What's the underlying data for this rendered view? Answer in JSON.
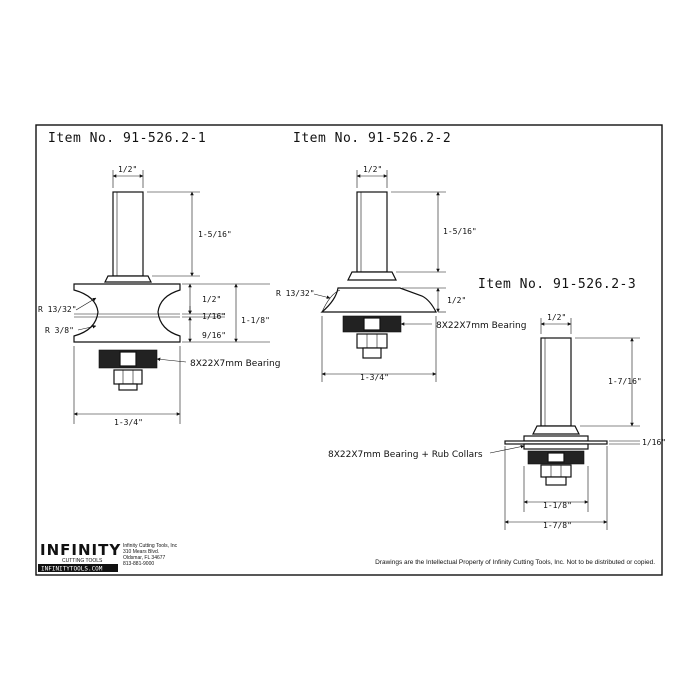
{
  "items": [
    {
      "title": "Item No. 91-526.2-1",
      "shank_dia": "1/2\"",
      "shank_len": "1-5/16\"",
      "radius_top": "R 13/32\"",
      "radius_bottom": "R 3/8\"",
      "dim_upper": "1/2\"",
      "dim_gap": "1/16\"",
      "dim_lower": "9/16\"",
      "dim_total": "1-1/8\"",
      "bearing": "8X22X7mm Bearing",
      "width": "1-3/4\""
    },
    {
      "title": "Item No. 91-526.2-2",
      "shank_dia": "1/2\"",
      "shank_len": "1-5/16\"",
      "radius": "R 13/32\"",
      "dim_height": "1/2\"",
      "bearing": "8X22X7mm Bearing",
      "width": "1-3/4\""
    },
    {
      "title": "Item No. 91-526.2-3",
      "shank_dia": "1/2\"",
      "shank_len": "1-7/16\"",
      "dim_blade": "1/16\"",
      "bearing": "8X22X7mm Bearing + Rub Collars",
      "collar_width": "1-1/8\"",
      "width": "1-7/8\""
    }
  ],
  "brand": {
    "logo": "INFINITY",
    "tagline": "CUTTING TOOLS",
    "website": "INFINITYTOOLS.COM",
    "company": "Infinity Cutting Tools, Inc",
    "address1": "310 Mears Blvd.",
    "address2": "Oldsmar, FL 34677",
    "phone": "813-881-9000"
  },
  "copyright": "Drawings are the Intellectual Property of Infinity Cutting Tools, Inc. Not to be distributed or copied."
}
